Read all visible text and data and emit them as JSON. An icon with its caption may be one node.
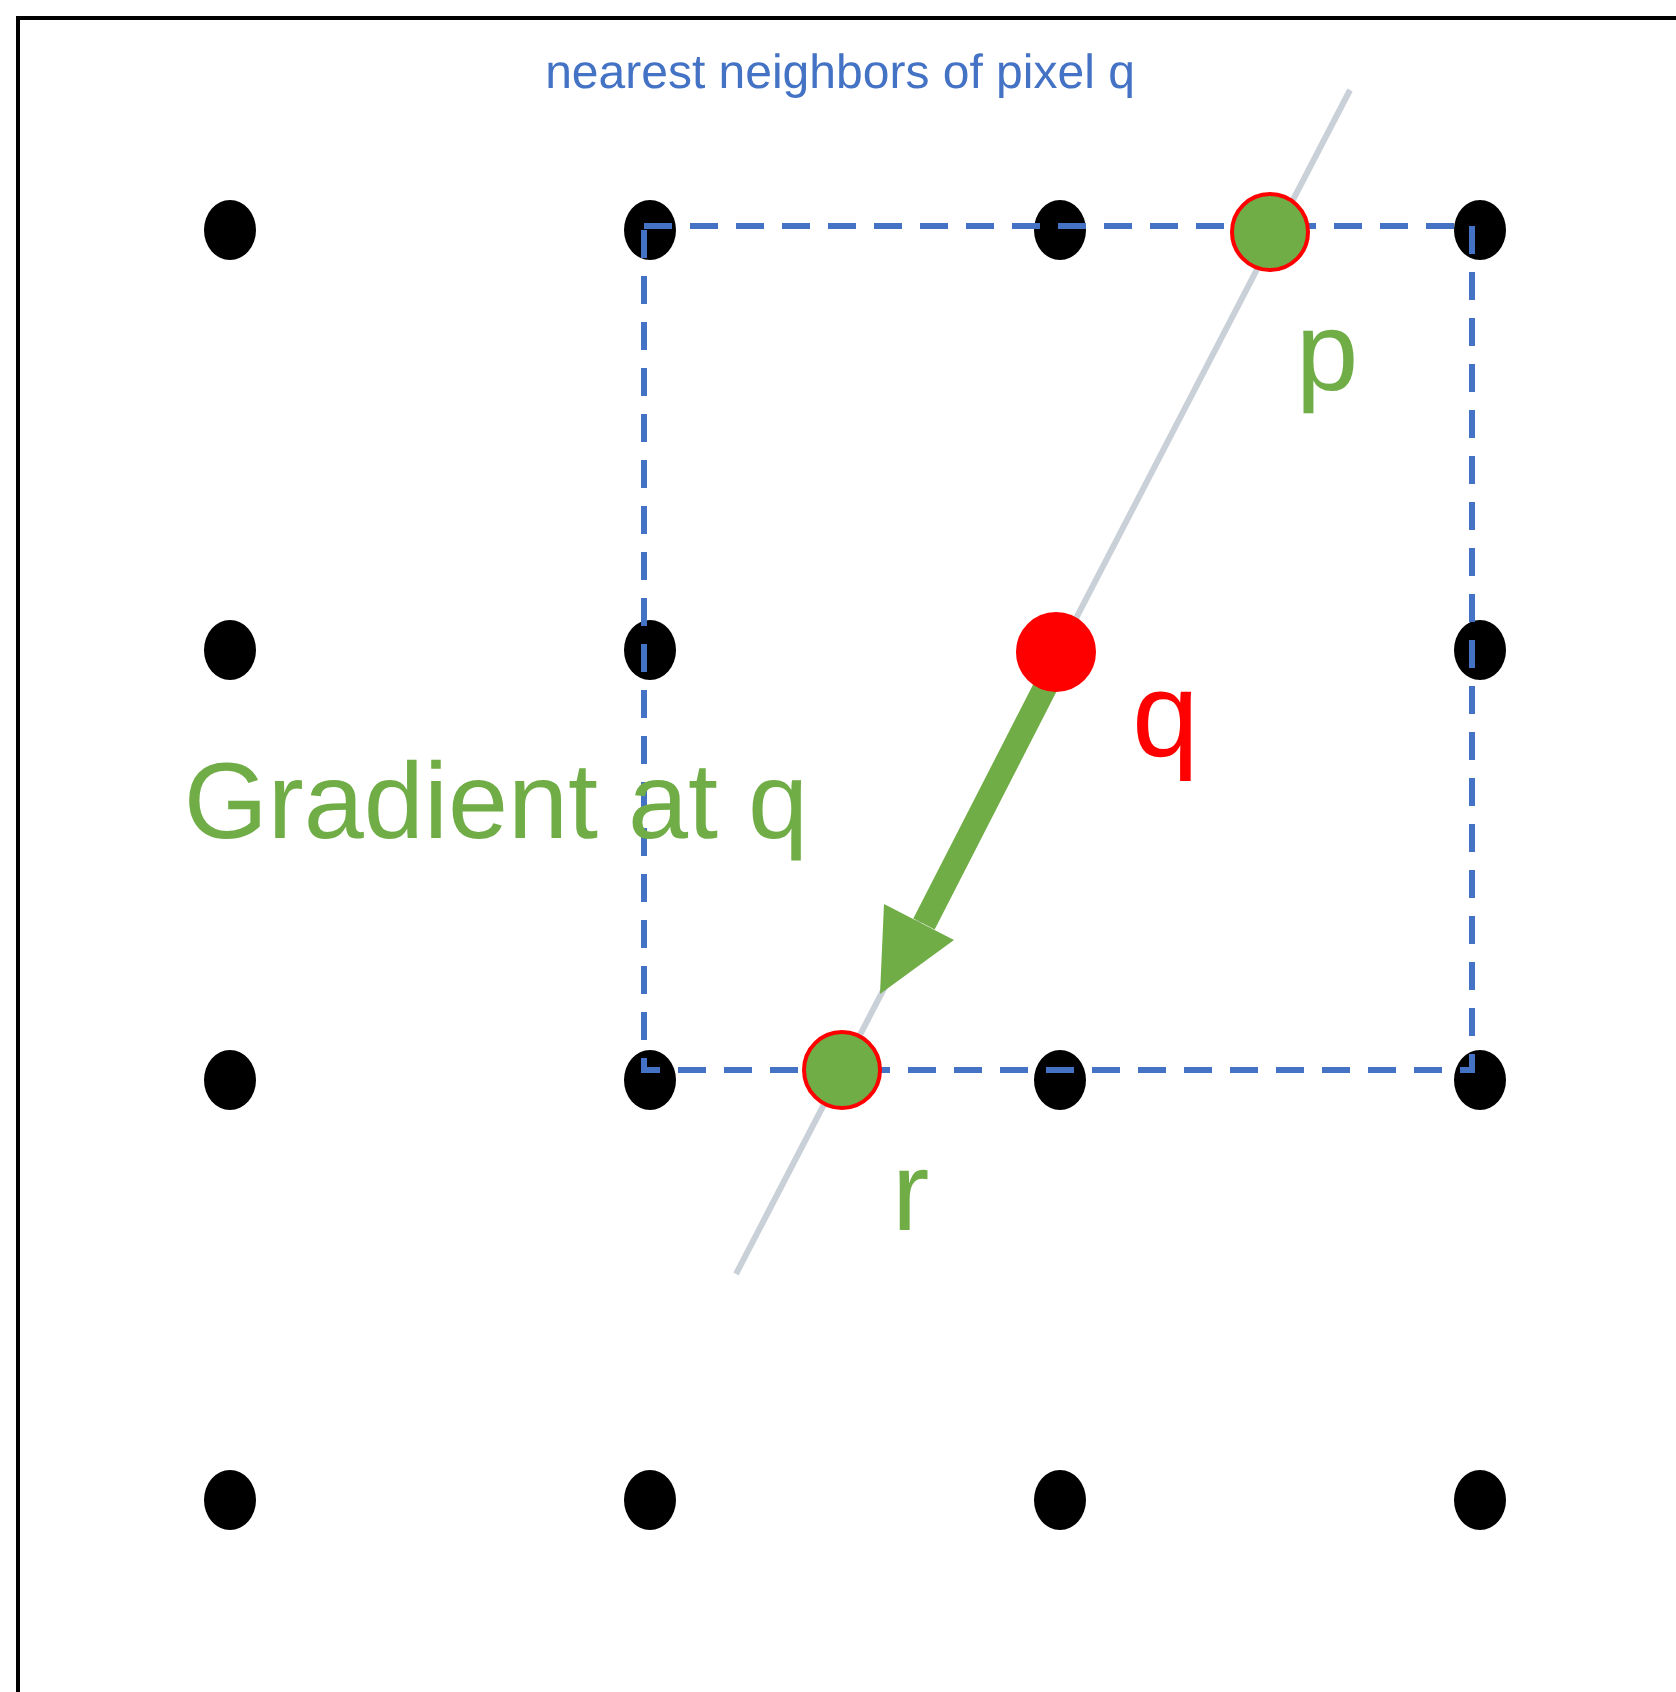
{
  "diagram": {
    "nodes": [
      {
        "text": [],
        "shape": "circle",
        "beside": [
          "p"
        ]
      },
      {
        "text": [],
        "shape": "circle",
        "beside": [
          "q"
        ]
      },
      {
        "text": [],
        "shape": "circle",
        "beside": [
          "r"
        ]
      }
    ],
    "labels": [
      "nearest neighbors of pixel q",
      "Gradient at q"
    ]
  }
}
